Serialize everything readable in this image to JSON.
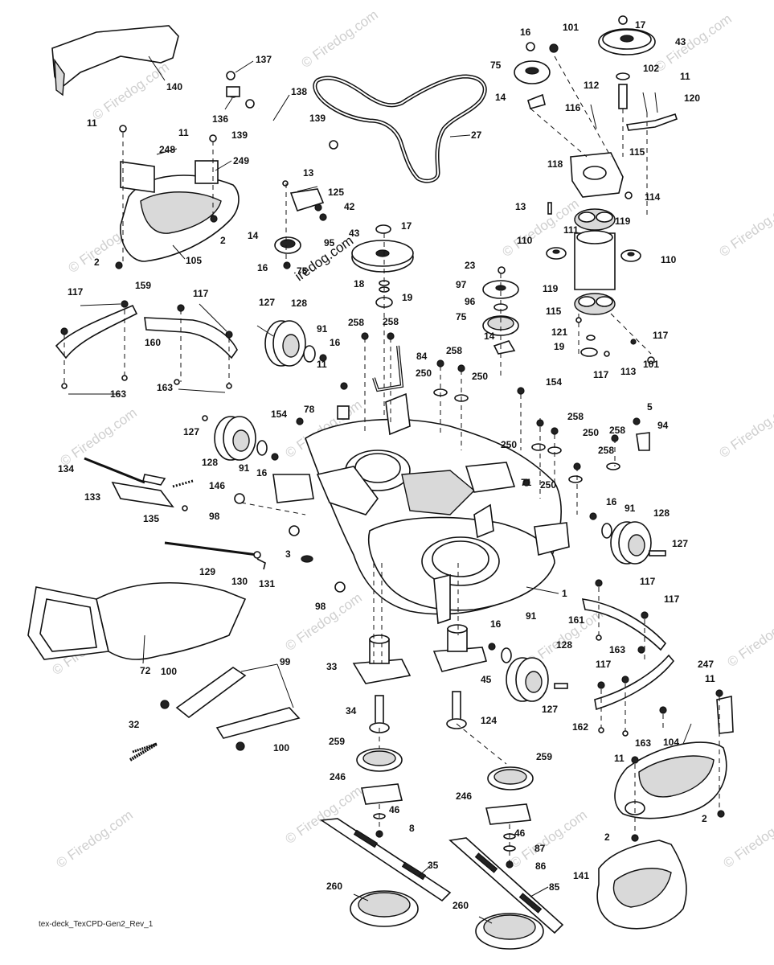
{
  "watermark": {
    "text": "© Firedog.com",
    "overlay_text": "iredog.com"
  },
  "footer": {
    "drawing_id": "tex-deck_TexCPD-Gen2_Rev_1"
  },
  "callouts": [
    {
      "id": "c140",
      "label": "140"
    },
    {
      "id": "c137",
      "label": "137"
    },
    {
      "id": "c136",
      "label": "136"
    },
    {
      "id": "c138",
      "label": "138"
    },
    {
      "id": "c139a",
      "label": "139"
    },
    {
      "id": "c139b",
      "label": "139"
    },
    {
      "id": "c27",
      "label": "27"
    },
    {
      "id": "c11a",
      "label": "11"
    },
    {
      "id": "c248",
      "label": "248"
    },
    {
      "id": "c11b",
      "label": "11"
    },
    {
      "id": "c249",
      "label": "249"
    },
    {
      "id": "c2a",
      "label": "2"
    },
    {
      "id": "c105",
      "label": "105"
    },
    {
      "id": "c2b",
      "label": "2"
    },
    {
      "id": "c13a",
      "label": "13"
    },
    {
      "id": "c125",
      "label": "125"
    },
    {
      "id": "c42",
      "label": "42"
    },
    {
      "id": "c14a",
      "label": "14"
    },
    {
      "id": "c95",
      "label": "95"
    },
    {
      "id": "c16a",
      "label": "16"
    },
    {
      "id": "c75a",
      "label": "75"
    },
    {
      "id": "c17a",
      "label": "17"
    },
    {
      "id": "c43a",
      "label": "43"
    },
    {
      "id": "c18",
      "label": "18"
    },
    {
      "id": "c19a",
      "label": "19"
    },
    {
      "id": "c16b",
      "label": "16"
    },
    {
      "id": "c101a",
      "label": "101"
    },
    {
      "id": "c17b",
      "label": "17"
    },
    {
      "id": "c43b",
      "label": "43"
    },
    {
      "id": "c75b",
      "label": "75"
    },
    {
      "id": "c102",
      "label": "102"
    },
    {
      "id": "c112",
      "label": "112"
    },
    {
      "id": "c11c",
      "label": "11"
    },
    {
      "id": "c14b",
      "label": "14"
    },
    {
      "id": "c116",
      "label": "116"
    },
    {
      "id": "c120",
      "label": "120"
    },
    {
      "id": "c115a",
      "label": "115"
    },
    {
      "id": "c118",
      "label": "118"
    },
    {
      "id": "c114",
      "label": "114"
    },
    {
      "id": "c13b",
      "label": "13"
    },
    {
      "id": "c119a",
      "label": "119"
    },
    {
      "id": "c111",
      "label": "111"
    },
    {
      "id": "c110a",
      "label": "110"
    },
    {
      "id": "c110b",
      "label": "110"
    },
    {
      "id": "c23",
      "label": "23"
    },
    {
      "id": "c97",
      "label": "97"
    },
    {
      "id": "c96",
      "label": "96"
    },
    {
      "id": "c75c",
      "label": "75"
    },
    {
      "id": "c119b",
      "label": "119"
    },
    {
      "id": "c115b",
      "label": "115"
    },
    {
      "id": "c121",
      "label": "121"
    },
    {
      "id": "c117a",
      "label": "117"
    },
    {
      "id": "c19b",
      "label": "19"
    },
    {
      "id": "c117b",
      "label": "117"
    },
    {
      "id": "c113",
      "label": "113"
    },
    {
      "id": "c101b",
      "label": "101"
    },
    {
      "id": "c14c",
      "label": "14"
    },
    {
      "id": "c117c",
      "label": "117"
    },
    {
      "id": "c159",
      "label": "159"
    },
    {
      "id": "c117d",
      "label": "117"
    },
    {
      "id": "c160",
      "label": "160"
    },
    {
      "id": "c163a",
      "label": "163"
    },
    {
      "id": "c163b",
      "label": "163"
    },
    {
      "id": "c127a",
      "label": "127"
    },
    {
      "id": "c128a",
      "label": "128"
    },
    {
      "id": "c91a",
      "label": "91"
    },
    {
      "id": "c16c",
      "label": "16"
    },
    {
      "id": "c11d",
      "label": "11"
    },
    {
      "id": "c258a",
      "label": "258"
    },
    {
      "id": "c258b",
      "label": "258"
    },
    {
      "id": "c84",
      "label": "84"
    },
    {
      "id": "c258c",
      "label": "258"
    },
    {
      "id": "c250a",
      "label": "250"
    },
    {
      "id": "c250b",
      "label": "250"
    },
    {
      "id": "c154a",
      "label": "154"
    },
    {
      "id": "c78",
      "label": "78"
    },
    {
      "id": "c154b",
      "label": "154"
    },
    {
      "id": "c127b",
      "label": "127"
    },
    {
      "id": "c128b",
      "label": "128"
    },
    {
      "id": "c91b",
      "label": "91"
    },
    {
      "id": "c16d",
      "label": "16"
    },
    {
      "id": "c134",
      "label": "134"
    },
    {
      "id": "c133",
      "label": "133"
    },
    {
      "id": "c146",
      "label": "146"
    },
    {
      "id": "c135",
      "label": "135"
    },
    {
      "id": "c98a",
      "label": "98"
    },
    {
      "id": "c258d",
      "label": "258"
    },
    {
      "id": "c250c",
      "label": "250"
    },
    {
      "id": "c250d",
      "label": "250"
    },
    {
      "id": "c258e",
      "label": "258"
    },
    {
      "id": "c5",
      "label": "5"
    },
    {
      "id": "c94",
      "label": "94"
    },
    {
      "id": "c258f",
      "label": "258"
    },
    {
      "id": "c250e",
      "label": "250"
    },
    {
      "id": "c71",
      "label": "71"
    },
    {
      "id": "c16e",
      "label": "16"
    },
    {
      "id": "c91c",
      "label": "91"
    },
    {
      "id": "c128c",
      "label": "128"
    },
    {
      "id": "c127c",
      "label": "127"
    },
    {
      "id": "c3",
      "label": "3"
    },
    {
      "id": "c129",
      "label": "129"
    },
    {
      "id": "c130",
      "label": "130"
    },
    {
      "id": "c131",
      "label": "131"
    },
    {
      "id": "c98b",
      "label": "98"
    },
    {
      "id": "c1",
      "label": "1"
    },
    {
      "id": "c117e",
      "label": "117"
    },
    {
      "id": "c117f",
      "label": "117"
    },
    {
      "id": "c161",
      "label": "161"
    },
    {
      "id": "c163c",
      "label": "163"
    },
    {
      "id": "c72",
      "label": "72"
    },
    {
      "id": "c100a",
      "label": "100"
    },
    {
      "id": "c99",
      "label": "99"
    },
    {
      "id": "c33",
      "label": "33"
    },
    {
      "id": "c45",
      "label": "45"
    },
    {
      "id": "c16f",
      "label": "16"
    },
    {
      "id": "c91d",
      "label": "91"
    },
    {
      "id": "c128d",
      "label": "128"
    },
    {
      "id": "c127d",
      "label": "127"
    },
    {
      "id": "c117g",
      "label": "117"
    },
    {
      "id": "c247",
      "label": "247"
    },
    {
      "id": "c11e",
      "label": "11"
    },
    {
      "id": "c162",
      "label": "162"
    },
    {
      "id": "c163d",
      "label": "163"
    },
    {
      "id": "c104",
      "label": "104"
    },
    {
      "id": "c32",
      "label": "32"
    },
    {
      "id": "c100b",
      "label": "100"
    },
    {
      "id": "c34",
      "label": "34"
    },
    {
      "id": "c124",
      "label": "124"
    },
    {
      "id": "c11f",
      "label": "11"
    },
    {
      "id": "c259a",
      "label": "259"
    },
    {
      "id": "c259b",
      "label": "259"
    },
    {
      "id": "c246a",
      "label": "246"
    },
    {
      "id": "c246b",
      "label": "246"
    },
    {
      "id": "c46a",
      "label": "46"
    },
    {
      "id": "c46b",
      "label": "46"
    },
    {
      "id": "c8",
      "label": "8"
    },
    {
      "id": "c87",
      "label": "87"
    },
    {
      "id": "c2c",
      "label": "2"
    },
    {
      "id": "c2d",
      "label": "2"
    },
    {
      "id": "c86",
      "label": "86"
    },
    {
      "id": "c35",
      "label": "35"
    },
    {
      "id": "c85",
      "label": "85"
    },
    {
      "id": "c141",
      "label": "141"
    },
    {
      "id": "c260a",
      "label": "260"
    },
    {
      "id": "c260b",
      "label": "260"
    }
  ]
}
